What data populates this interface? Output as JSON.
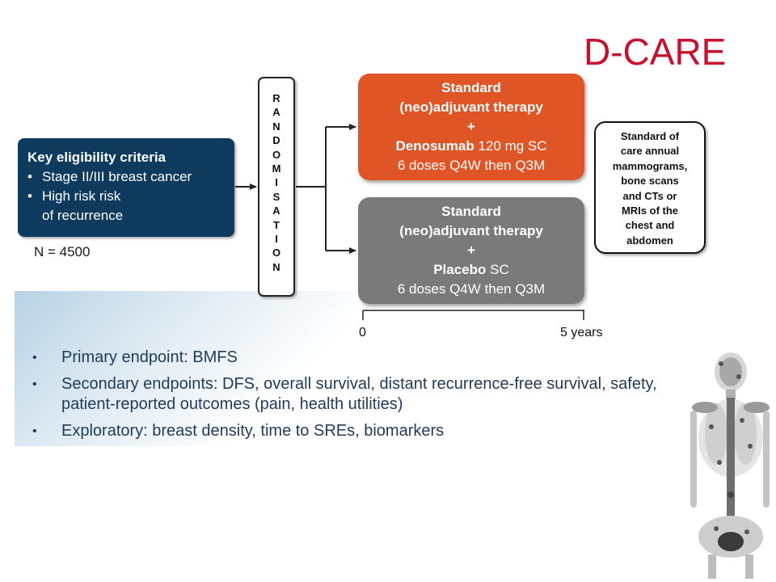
{
  "title": "D-CARE",
  "eligibility": {
    "heading": "Key eligibility criteria",
    "bullet_char": "•",
    "line1": "Stage II/III breast cancer",
    "line2": "High risk risk",
    "line3": "of recurrence",
    "n": "N = 4500"
  },
  "randomisation_letters": [
    "R",
    "A",
    "N",
    "D",
    "O",
    "M",
    "I",
    "S",
    "A",
    "T",
    "I",
    "O",
    "N"
  ],
  "arm_denosumab": {
    "line1": "Standard",
    "line2": "(neo)adjuvant therapy",
    "line3": "+",
    "drug": "Denosumab",
    "dose": " 120 mg SC",
    "line5": "6 doses Q4W then Q3M"
  },
  "arm_placebo": {
    "line1": "Standard",
    "line2": "(neo)adjuvant therapy",
    "line3": "+",
    "drug": "Placebo",
    "dose": " SC",
    "line5": "6 doses Q4W then Q3M"
  },
  "followup_lines": [
    "Standard of",
    "care annual",
    "mammograms,",
    "bone scans",
    "and CTs or",
    "MRIs of the",
    "chest and",
    "abdomen"
  ],
  "timeline": {
    "start": "0",
    "end": "5 years"
  },
  "endpoints": [
    {
      "bullet": "•",
      "text": "Primary endpoint: BMFS"
    },
    {
      "bullet": "•",
      "text": "Secondary endpoints: DFS, overall survival, distant recurrence-free survival, safety, patient-reported outcomes (pain, health utilities)"
    },
    {
      "bullet": "•",
      "text": "Exploratory: breast density, time to SREs, biomarkers"
    }
  ],
  "colors": {
    "title": "#c8102e",
    "eligibility_box": "#0e3a5e",
    "denosumab_arm": "#e05526",
    "placebo_arm": "#7a7a7a",
    "text": "#1f3a5c"
  }
}
